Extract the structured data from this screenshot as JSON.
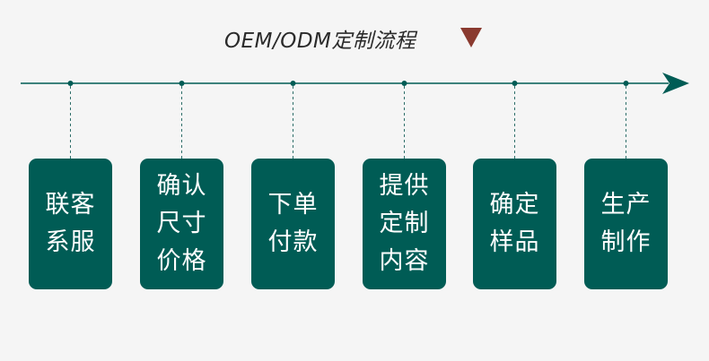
{
  "diagram": {
    "title": "OEM/ODM定制流程",
    "colors": {
      "line": "#005c55",
      "box": "#005c55",
      "box_text": "#ffffff",
      "marker": "#8a3a2f",
      "background": "#f5f5f5"
    },
    "steps": [
      {
        "label": "联客\n系服"
      },
      {
        "label": "确认\n尺寸\n价格"
      },
      {
        "label": "下单\n付款"
      },
      {
        "label": "提供\n定制\n内容"
      },
      {
        "label": "确定\n样品"
      },
      {
        "label": "生产\n制作"
      }
    ]
  }
}
